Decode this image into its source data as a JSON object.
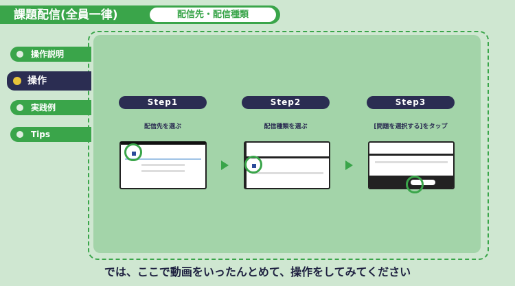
{
  "header": {
    "title": "課題配信(全員一律)",
    "subtitle": "配信先・配信種類"
  },
  "sidebar": {
    "items": [
      {
        "label": "操作説明",
        "active": false
      },
      {
        "label": "操作",
        "active": true
      },
      {
        "label": "実践例",
        "active": false
      },
      {
        "label": "Tips",
        "active": false
      }
    ]
  },
  "steps": [
    {
      "label": "Step1",
      "desc": "配信先を選ぶ"
    },
    {
      "label": "Step2",
      "desc": "配信種類を選ぶ"
    },
    {
      "label": "Step3",
      "desc": "[問題を選択する]をタップ"
    }
  ],
  "caption": "では、ここで動画をいったんとめて、操作をしてみてください",
  "colors": {
    "green": "#3aa54a",
    "navy": "#2b2d52",
    "panel": "#a3d4a9",
    "active_dot": "#e8c43a"
  }
}
